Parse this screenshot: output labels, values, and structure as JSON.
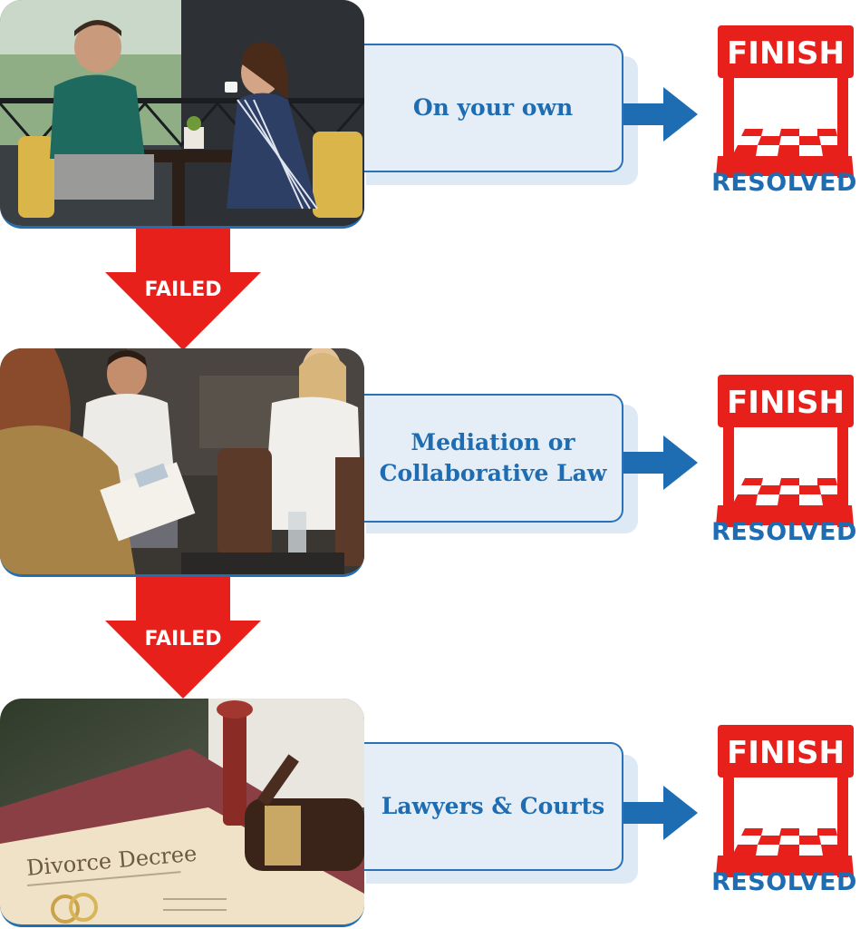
{
  "stages": [
    {
      "label": "On your own",
      "photo": "couple-talking-cafe-photo",
      "result": {
        "sign": "FINISH",
        "text": "RESOLVED"
      }
    },
    {
      "label": "Mediation or Collaborative Law",
      "photo": "mediation-session-photo",
      "result": {
        "sign": "FINISH",
        "text": "RESOLVED"
      }
    },
    {
      "label": "Lawyers & Courts",
      "photo": "divorce-decree-gavel-photo",
      "result": {
        "sign": "FINISH",
        "text": "RESOLVED"
      }
    }
  ],
  "transitions": [
    {
      "label": "FAILED"
    },
    {
      "label": "FAILED"
    }
  ],
  "colors": {
    "accent_blue": "#1e6db2",
    "box_fill": "#e5eef7",
    "failed_red": "#e8201c",
    "finish_red": "#e8201c"
  },
  "icons": [
    "right-arrow-icon",
    "down-arrow-icon",
    "finish-line-icon"
  ]
}
